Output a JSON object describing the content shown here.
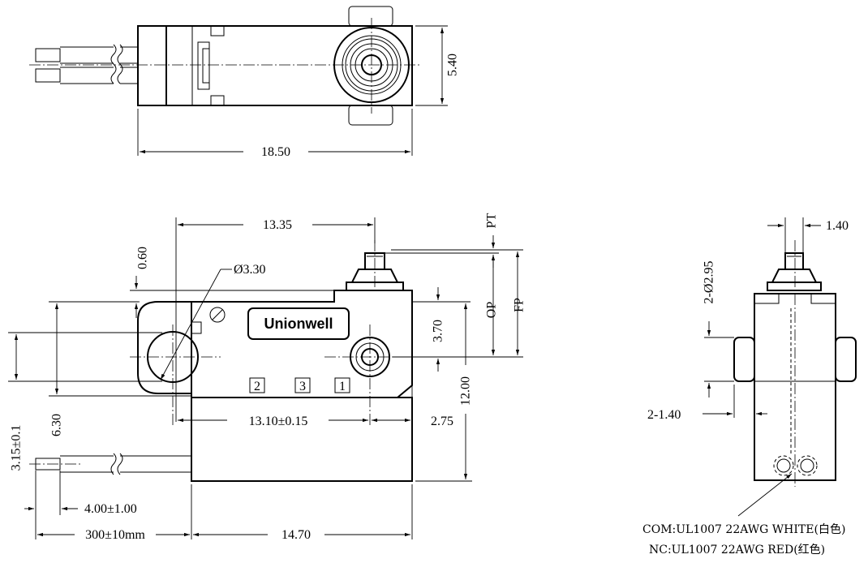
{
  "brand": "Unionwell",
  "dimensions": {
    "top_height": "5.40",
    "top_length": "18.50",
    "front_13_35": "13.35",
    "front_0_60": "0.60",
    "hole_diameter": "Ø3.30",
    "pt": "PT",
    "op": "OP",
    "fp": "FP",
    "front_3_70": "3.70",
    "front_12_00": "12.00",
    "front_13_10": "13.10±0.15",
    "front_2_75": "2.75",
    "front_6_30": "6.30",
    "front_3_15": "3.15±0.1",
    "front_4_00": "4.00±1.00",
    "wire_length": "300±10mm",
    "front_14_70": "14.70",
    "side_1_40_top": "1.40",
    "side_2_2_95": "2-Ø2.95",
    "side_2_1_40": "2-1.40"
  },
  "terminals": [
    "2",
    "3",
    "1"
  ],
  "notes": {
    "com": "COM:UL1007 22AWG WHITE(白色)",
    "nc": "NC:UL1007 22AWG RED(红色)"
  }
}
